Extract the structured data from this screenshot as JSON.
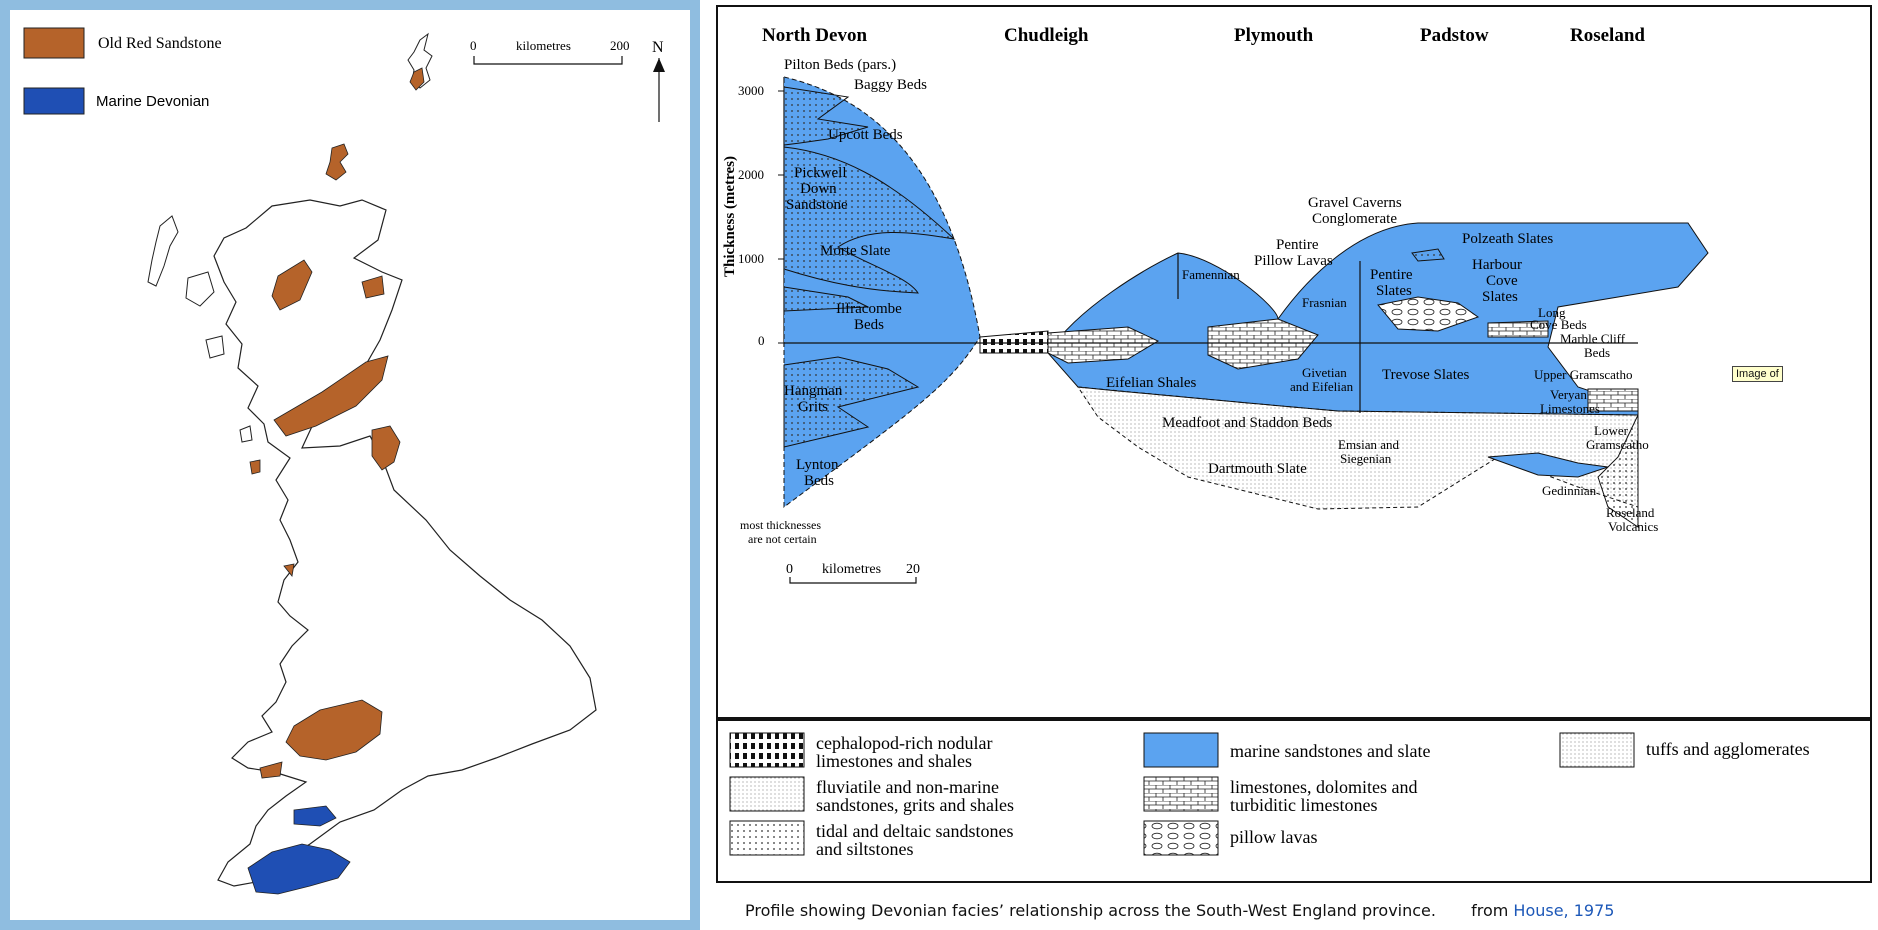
{
  "map": {
    "legend": [
      {
        "label": "Old Red Sandstone",
        "color": "#b5632a"
      },
      {
        "label": "Marine Devonian",
        "color": "#1f4fb4"
      }
    ],
    "scale": {
      "start": "0",
      "label": "kilometres",
      "end": "200"
    },
    "north_label": "N"
  },
  "profile": {
    "locations": [
      "North Devon",
      "Chudleigh",
      "Plymouth",
      "Padstow",
      "Roseland"
    ],
    "y_axis_label": "Thickness (metres)",
    "y_ticks": [
      "3000",
      "2000",
      "1000",
      "0"
    ],
    "units": [
      "Pilton Beds (pars.)",
      "Baggy Beds",
      "Upcott Beds",
      "Pickwell",
      "Down",
      "Sandstone",
      "Morte Slate",
      "Ilfracombe",
      "Beds",
      "Hangman",
      "Grits",
      "Lynton",
      "Beds",
      "Famennian",
      "Eifelian Shales",
      "Givetian",
      "and Eifelian",
      "Meadfoot and Staddon Beds",
      "Emsian and",
      "Siegenian",
      "Dartmouth Slate",
      "Gravel Caverns",
      "Conglomerate",
      "Pentire",
      "Pillow Lavas",
      "Frasnian",
      "Pentire",
      "Slates",
      "Polzeath Slates",
      "Harbour",
      "Cove",
      "Slates",
      "Long",
      "Cove Beds",
      "Marble Cliff",
      "Beds",
      "Trevose Slates",
      "Upper Gramscatho",
      "Veryan",
      "Limestones",
      "Lower",
      "Gramscatho",
      "Gedinnian",
      "Roseland",
      "Volcanics"
    ],
    "note": [
      "most thicknesses",
      "are not certain"
    ],
    "scale": {
      "start": "0",
      "label": "kilometres",
      "end": "20"
    },
    "tooltip": "Image of"
  },
  "legend": {
    "items": [
      {
        "label": [
          "cephalopod-rich nodular",
          "limestones and shales"
        ],
        "icon": "nodular-limestone-swatch"
      },
      {
        "label": [
          "fluviatile and non-marine",
          "sandstones, grits and shales"
        ],
        "icon": "fluviatile-swatch"
      },
      {
        "label": [
          "tidal and deltaic sandstones",
          "and siltstones"
        ],
        "icon": "tidal-swatch"
      },
      {
        "label": [
          "marine sandstones and slate"
        ],
        "icon": "marine-swatch"
      },
      {
        "label": [
          "limestones, dolomites and",
          "turbiditic limestones"
        ],
        "icon": "limestone-swatch"
      },
      {
        "label": [
          "pillow lavas"
        ],
        "icon": "pillow-lava-swatch"
      },
      {
        "label": [
          "tuffs and agglomerates"
        ],
        "icon": "tuff-swatch"
      }
    ]
  },
  "caption": {
    "text": "Profile showing Devonian facies’ relationship across the South-West England province.",
    "source_prefix": "from",
    "source_link": "House, 1975"
  },
  "colors": {
    "marine_blue": "#5ba3f0",
    "old_red": "#b5632a",
    "marine_devonian": "#1f4fb4"
  }
}
